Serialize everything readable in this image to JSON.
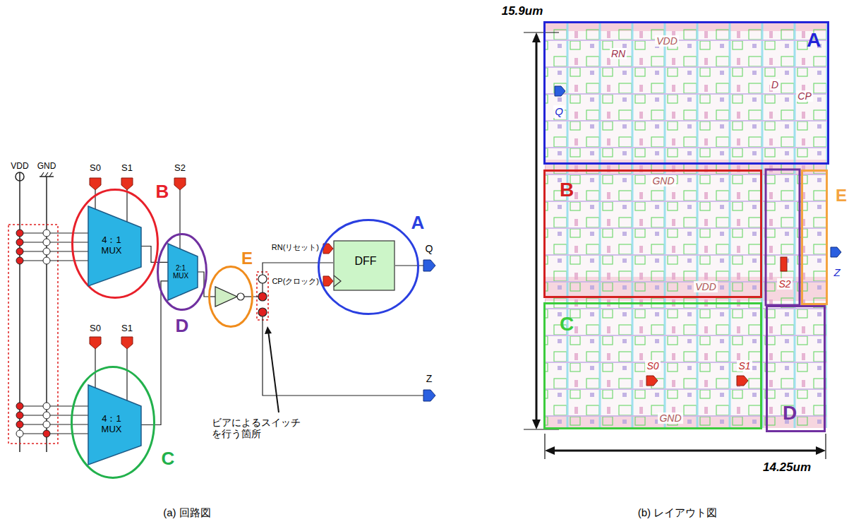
{
  "diagram": {
    "nodes": [
      {
        "text": [
          "B"
        ]
      },
      {
        "text": [
          "4：1 MUX"
        ],
        "in": 0
      },
      {
        "text": [
          "C"
        ]
      },
      {
        "text": [
          "4：1 MUX"
        ],
        "in": 2
      },
      {
        "text": [
          "D"
        ]
      },
      {
        "text": [
          "2:1 MUX"
        ],
        "in": 4
      },
      {
        "text": [
          "E"
        ]
      },
      {
        "text": [
          "A"
        ]
      },
      {
        "text": [
          "DFF"
        ],
        "in": 7
      },
      {
        "text": [
          "A"
        ]
      },
      {
        "text": [
          "B"
        ]
      },
      {
        "text": [
          "E"
        ]
      },
      {
        "text": [
          "C"
        ]
      },
      {
        "text": [
          "D"
        ]
      }
    ],
    "edges": [
      {
        "from": 1,
        "to": 5,
        "arrow": "none"
      },
      {
        "from": 3,
        "to": 5,
        "arrow": "none"
      },
      {
        "from": 5,
        "to": 6,
        "arrow": "none"
      },
      {
        "from": 6,
        "to": 8,
        "arrow": "none"
      }
    ],
    "labels": [
      "VDD",
      "GND",
      "S0",
      "S1",
      "S2",
      "S0",
      "S1",
      "RN(リセット)",
      "CP(クロック)",
      "Q",
      "Z",
      "ビアによるスイッチ を行う箇所",
      "(a) 回路図",
      "15.9um",
      "14.25um",
      "VDD",
      "RN",
      "Q",
      "D",
      "CP",
      "GND",
      "S2",
      "Z",
      "VDD",
      "S0",
      "S1",
      "GND",
      "(b) レイアウト図"
    ]
  }
}
